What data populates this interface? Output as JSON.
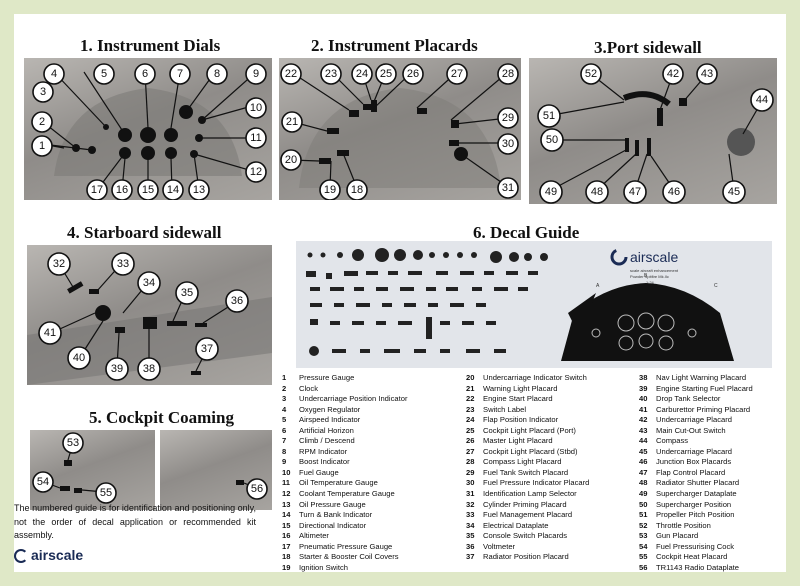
{
  "sections": {
    "s1": "1. Instrument Dials",
    "s2": "2. Instrument Placards",
    "s3": "3.Port sidewall",
    "s4": "4. Starboard sidewall",
    "s5": "5. Cockpit Coaming",
    "s6": "6. Decal Guide"
  },
  "decal_sheet": {
    "brand": "airscale",
    "subtitle1": "scale aircraft enhancement",
    "subtitle2": "Powder Spitfire Mk.IIc",
    "scale": "1:24",
    "panel_letters": [
      "A",
      "B",
      "C"
    ]
  },
  "legend_col1": [
    {
      "n": "1",
      "t": "Pressure Gauge"
    },
    {
      "n": "2",
      "t": "Clock"
    },
    {
      "n": "3",
      "t": "Undercarriage Position  Indicator"
    },
    {
      "n": "4",
      "t": "Oxygen Regulator"
    },
    {
      "n": "5",
      "t": "Airspeed Indicator"
    },
    {
      "n": "6",
      "t": "Artificial Horizon"
    },
    {
      "n": "7",
      "t": "Climb /  Descend"
    },
    {
      "n": "8",
      "t": "RPM Indicator"
    },
    {
      "n": "9",
      "t": "Boost Indicator"
    },
    {
      "n": "10",
      "t": "Fuel Gauge"
    },
    {
      "n": "11",
      "t": "Oil Temperature Gauge"
    },
    {
      "n": "12",
      "t": "Coolant Temperature Gauge"
    },
    {
      "n": "13",
      "t": "Oil Pressure Gauge"
    },
    {
      "n": "14",
      "t": "Turn & Bank Indicator"
    },
    {
      "n": "15",
      "t": "Directional Indicator"
    },
    {
      "n": "16",
      "t": "Altimeter"
    },
    {
      "n": "17",
      "t": "Pneumatic Pressure Gauge"
    },
    {
      "n": "18",
      "t": "Starter & Booster Coil  Covers"
    },
    {
      "n": "19",
      "t": "Ignition Switch"
    }
  ],
  "legend_col2": [
    {
      "n": "20",
      "t": "Undercarriage Indicator Switch"
    },
    {
      "n": "21",
      "t": "Warning Light Placard"
    },
    {
      "n": "22",
      "t": "Engine Start Placard"
    },
    {
      "n": "23",
      "t": "Switch Label"
    },
    {
      "n": "24",
      "t": "Flap Position Indicator"
    },
    {
      "n": "25",
      "t": "Cockpit Light Placard (Port)"
    },
    {
      "n": "26",
      "t": "Master Light Placard"
    },
    {
      "n": "27",
      "t": "Cockpit Light Placard (Stbd)"
    },
    {
      "n": "28",
      "t": "Compass Light Placard"
    },
    {
      "n": "29",
      "t": "Fuel Tank Switch Placard"
    },
    {
      "n": "30",
      "t": "Fuel Pressure Indicator Placard"
    },
    {
      "n": "31",
      "t": "Identification Lamp Selector"
    },
    {
      "n": "32",
      "t": "Cylinder Priming Placard"
    },
    {
      "n": "33",
      "t": "Fuel Management Placard"
    },
    {
      "n": "34",
      "t": "Electrical Dataplate"
    },
    {
      "n": "35",
      "t": "Console Switch Placards"
    },
    {
      "n": "36",
      "t": "Voltmeter"
    },
    {
      "n": "37",
      "t": "Radiator Position Placard"
    }
  ],
  "legend_col3": [
    {
      "n": "38",
      "t": "Nav Light Warning Placard"
    },
    {
      "n": "39",
      "t": "Engine Starting Fuel Placard"
    },
    {
      "n": "40",
      "t": "Drop Tank Selector"
    },
    {
      "n": "41",
      "t": "Carburettor Priming Placard"
    },
    {
      "n": "42",
      "t": "Undercarriage Placard"
    },
    {
      "n": "43",
      "t": "Main Cut-Out Switch"
    },
    {
      "n": "44",
      "t": "Compass"
    },
    {
      "n": "45",
      "t": "Undercarriage Placard"
    },
    {
      "n": "46",
      "t": "Junction Box Placards"
    },
    {
      "n": "47",
      "t": "Flap Control Placard"
    },
    {
      "n": "48",
      "t": "Radiator Shutter Placard"
    },
    {
      "n": "49",
      "t": "Supercharger Dataplate"
    },
    {
      "n": "50",
      "t": "Supercharger Position"
    },
    {
      "n": "51",
      "t": "Propeller Pitch Position"
    },
    {
      "n": "52",
      "t": "Throttle Position"
    },
    {
      "n": "53",
      "t": "Gun Placard"
    },
    {
      "n": "54",
      "t": "Fuel Pressurising Cock"
    },
    {
      "n": "55",
      "t": "Cockpit Heat Placard"
    },
    {
      "n": "56",
      "t": "TR1143 Radio Dataplate"
    }
  ],
  "note": "The  numbered  guide  is  for  identification  and positioning only, not the order of decal application or recommended kit assembly.",
  "brand": "airscale"
}
